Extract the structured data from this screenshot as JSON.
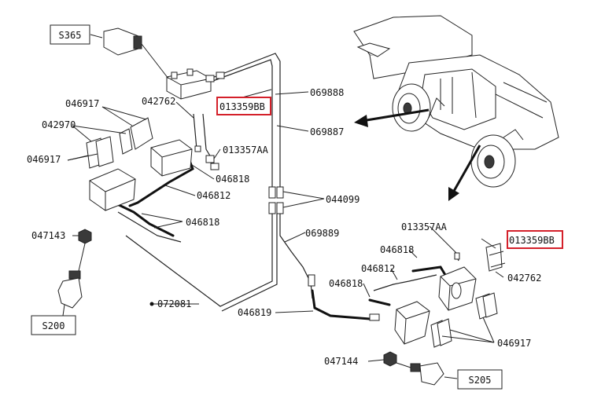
{
  "diagram": {
    "connectors": {
      "s365": "S365",
      "s200": "S200",
      "s205": "S205"
    },
    "highlight_color": "#d4202a",
    "labels": {
      "p046917_top": "046917",
      "p042970": "042970",
      "p046917_left": "046917",
      "p042762_top": "042762",
      "p013359BB_top": "013359BB",
      "p069888": "069888",
      "p069887": "069887",
      "p013357AA_top": "013357AA",
      "p046818_a": "046818",
      "p046812_top": "046812",
      "p044099": "044099",
      "p046818_b": "046818",
      "p047143": "047143",
      "p069889": "069889",
      "p013357AA_right": "013357AA",
      "p013359BB_right": "013359BB",
      "p046818_c": "046818",
      "p046812_right": "046812",
      "p042762_right": "042762",
      "p046818_d": "046818",
      "p072081": "072081",
      "p046819": "046819",
      "p046917_right": "046917",
      "p047144": "047144"
    }
  }
}
